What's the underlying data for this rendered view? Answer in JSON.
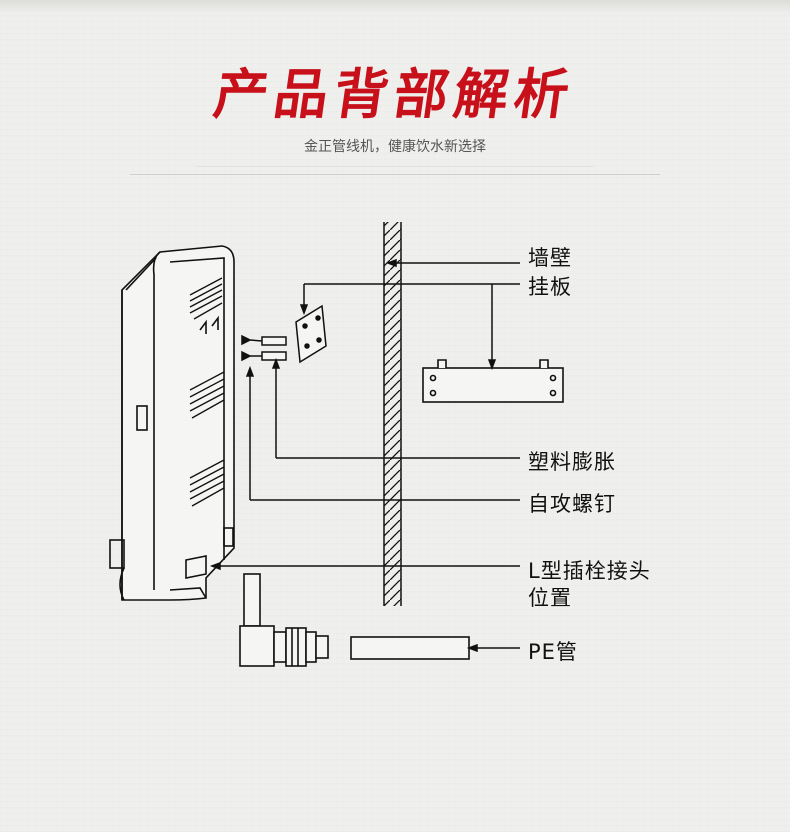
{
  "header": {
    "title": "产品背部解析",
    "subtitle": "金正管线机，健康饮水新选择",
    "fine_print": "………………………………………………………………………………………………………………………………………………………………………………"
  },
  "labels": {
    "wall": "墙壁",
    "hanging_plate": "挂板",
    "plastic_anchor": "塑料膨胀",
    "self_tapping_screw": "自攻螺钉",
    "l_connector_line1": "L型插栓接头",
    "l_connector_line2": "位置",
    "pe_pipe": "PE管"
  },
  "colors": {
    "title": "#c8101a",
    "line": "#111111",
    "background": "#efefed"
  }
}
